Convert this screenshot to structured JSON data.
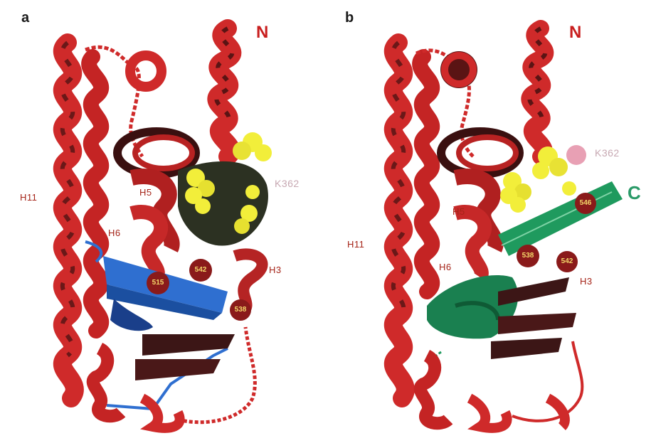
{
  "panels": [
    {
      "letter": "a",
      "labels": {
        "n_term": "N",
        "k362": "K362",
        "h11": "H11",
        "h5": "H5",
        "h6": "H6",
        "h3": "H3"
      },
      "residues": [
        "515",
        "542",
        "538"
      ]
    },
    {
      "letter": "b",
      "labels": {
        "n_term": "N",
        "c_term": "C",
        "k362": "K362",
        "h11": "H11",
        "h5": "H5",
        "h6": "H6",
        "h3": "H3"
      },
      "residues": [
        "546",
        "538",
        "542"
      ]
    }
  ],
  "colors": {
    "helix": "#cf2a2a",
    "helix_dark": "#5a1414",
    "helix12_a": "#2f6fd0",
    "helix12_b": "#1f9a5e",
    "coactivator_sites": "#f2ee3a",
    "residue_spheres": "#8a1a1a",
    "background": "#ffffff"
  }
}
